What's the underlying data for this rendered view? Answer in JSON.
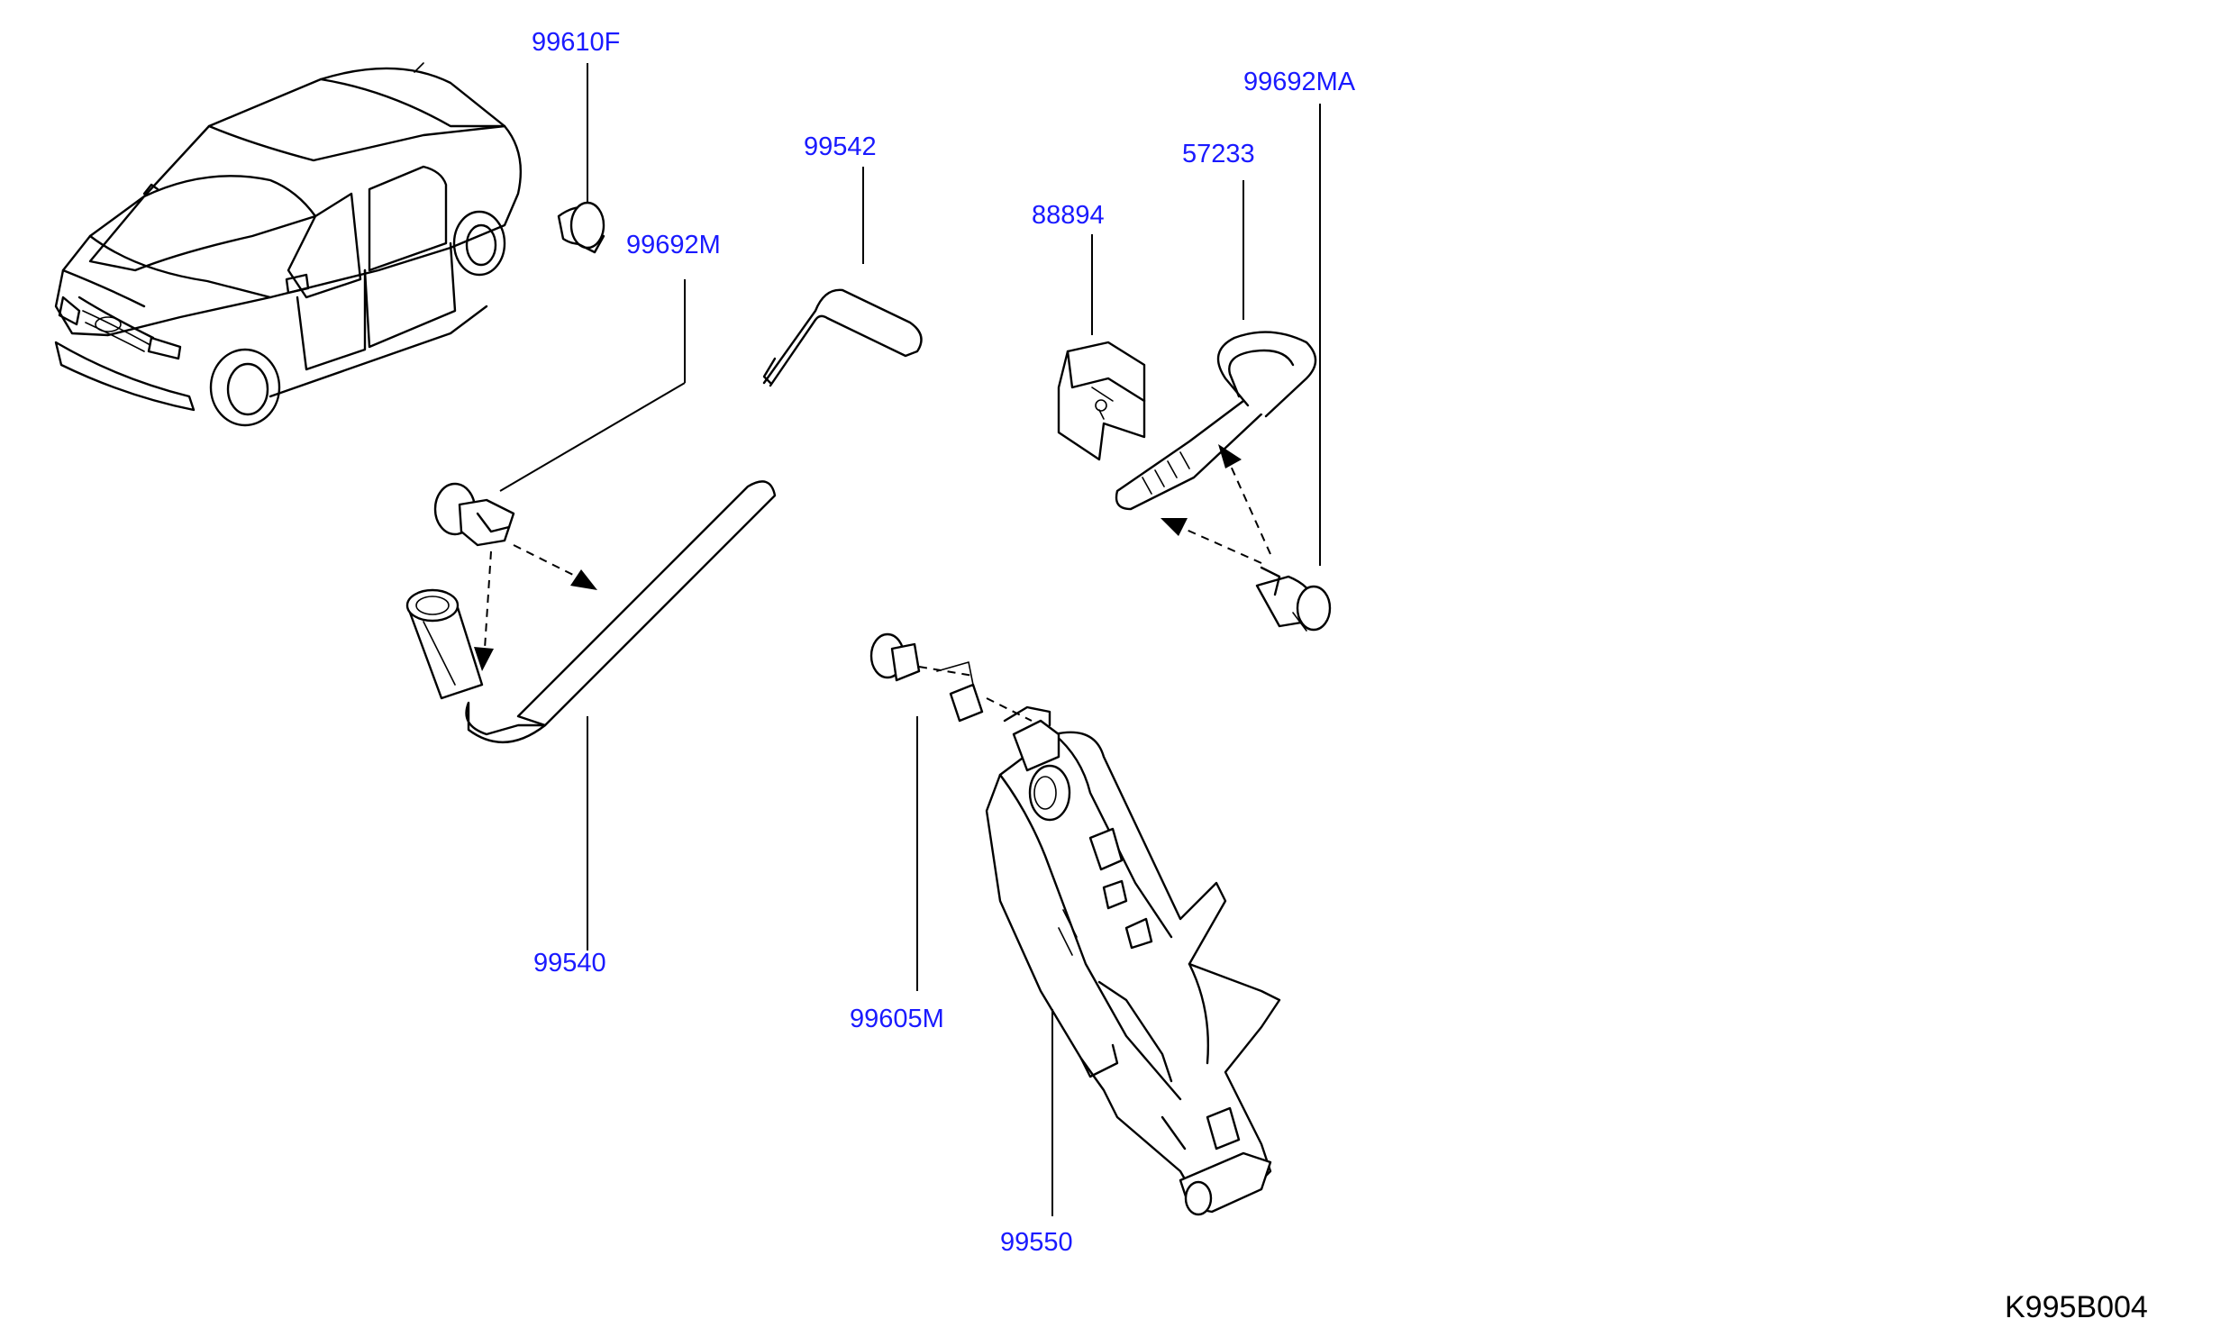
{
  "diagram": {
    "part_labels": {
      "p99610F": "99610F",
      "p99692M": "99692M",
      "p99542": "99542",
      "p88894": "88894",
      "p57233": "57233",
      "p99692MA": "99692MA",
      "p99540": "99540",
      "p99605M": "99605M",
      "p99550": "99550"
    },
    "figure_code": "K995B004",
    "label_color": "#1a1aff",
    "line_color": "#000000"
  }
}
